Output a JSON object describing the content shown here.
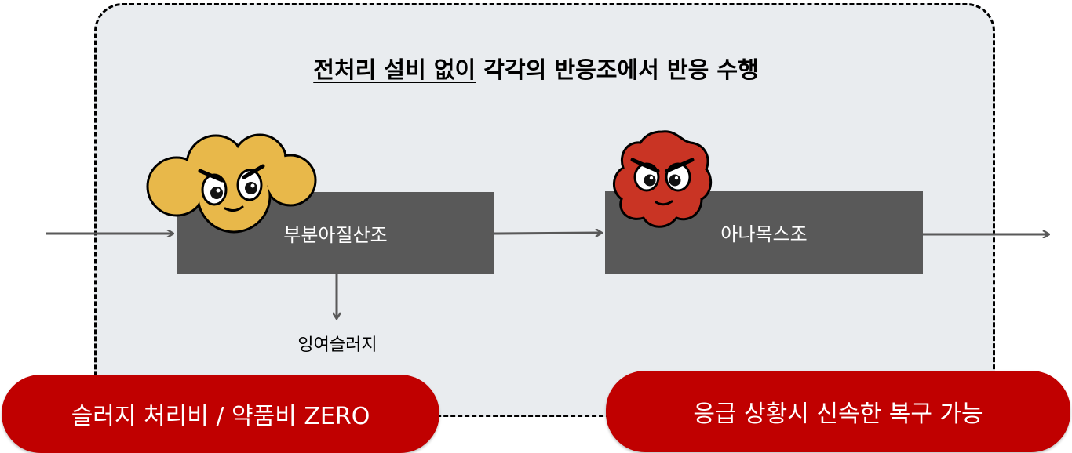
{
  "title": {
    "underlined": "전처리 설비 없이",
    "rest": " 각각의 반응조에서 반응 수행"
  },
  "process": {
    "tank1": "부분아질산조",
    "tank2": "아나목스조",
    "byproduct": "잉여슬러지"
  },
  "benefits": {
    "left": "슬러지 처리비 / 약품비 ZERO",
    "right": "응급 상황시 신속한 복구 가능"
  },
  "colors": {
    "accent_red": "#c00000",
    "box_gray": "#595959",
    "frame_bg": "#e9ecef",
    "arrow_gray": "#595959",
    "mascot_yellow": "#e8b84a",
    "mascot_red": "#c93424"
  },
  "icons": [
    "yellow-cloud-mascot-icon",
    "red-blob-mascot-icon",
    "arrow-right-icon",
    "arrow-down-icon"
  ]
}
